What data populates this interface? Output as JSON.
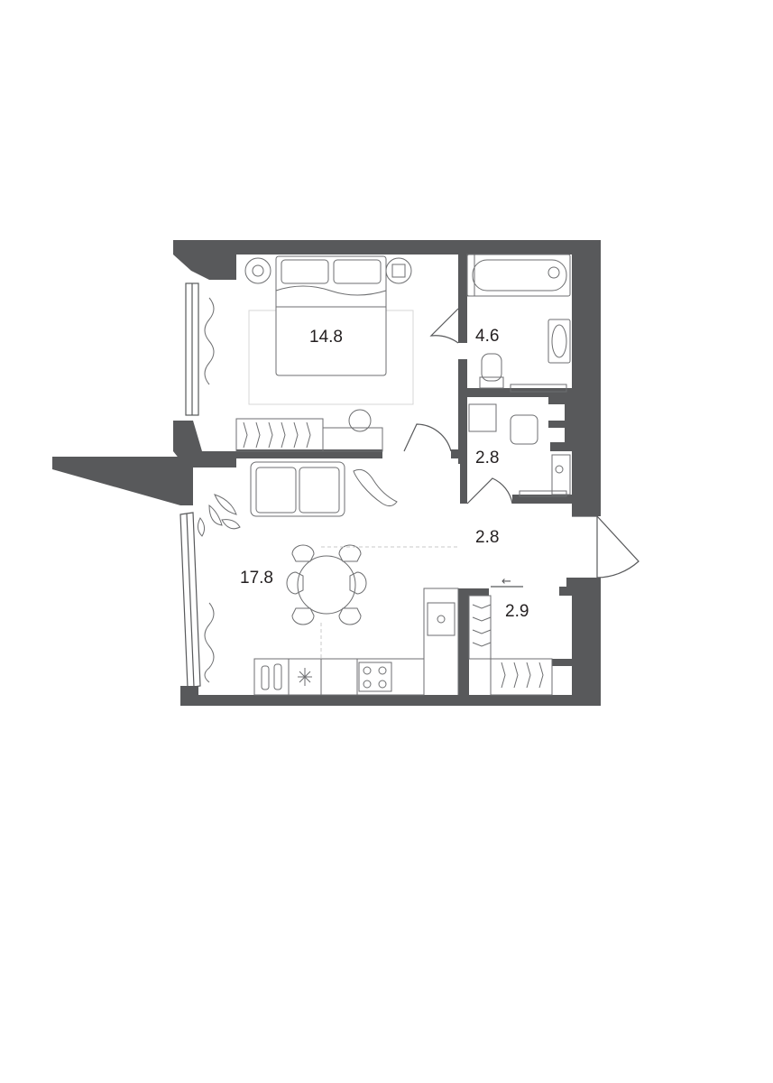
{
  "rooms": [
    {
      "id": "bedroom",
      "area": "14.8"
    },
    {
      "id": "bathroom",
      "area": "4.6"
    },
    {
      "id": "toilet",
      "area": "2.8"
    },
    {
      "id": "hallway",
      "area": "2.8"
    },
    {
      "id": "living-kitchen",
      "area": "17.8"
    },
    {
      "id": "wardrobe",
      "area": "2.9"
    }
  ],
  "entrance_arrow": "←",
  "colors": {
    "wall": "#58595b",
    "line": "#6d6e70",
    "background": "#ffffff"
  }
}
